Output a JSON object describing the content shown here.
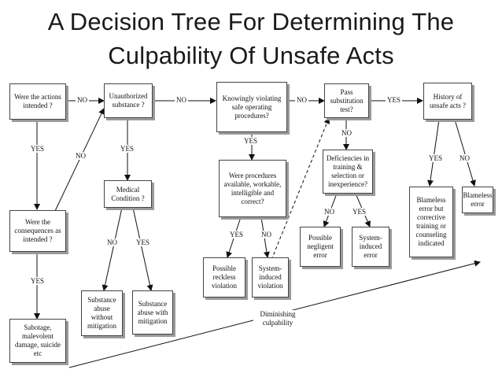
{
  "title": {
    "line1": "A Decision Tree For Determining The",
    "line2": "Culpability Of Unsafe Acts"
  },
  "nodes": {
    "intended": "Were the actions intended ?",
    "unauthorized": "Unauthorized substance ?",
    "knowingly": "Knowingly violating safe operating procedures?",
    "pass": "Pass substitution test?",
    "history": "History of unsafe acts ?",
    "consequences": "Were the consequences as intended ?",
    "medical": "Medical Condition ?",
    "procedures": "Were procedures available, workable, intelligible and correct?",
    "deficiencies": "Deficiencies in training & selection or inexperience?",
    "blameless_corrective": "Blameless error but corrective training or counseling indicated",
    "blameless": "Blameless error",
    "possible_negligent": "Possible negligent error",
    "system_error": "System-induced error",
    "possible_reckless": "Possible reckless violation",
    "system_violation": "System-induced violation",
    "sub_without": "Substance abuse without mitigation",
    "sub_with": "Substance abuse with mitigation",
    "sabotage": "Sabotage, malevolent damage, suicide etc"
  },
  "labels": {
    "no": "NO",
    "yes": "YES"
  },
  "diminishing": "Diminishing culpability"
}
